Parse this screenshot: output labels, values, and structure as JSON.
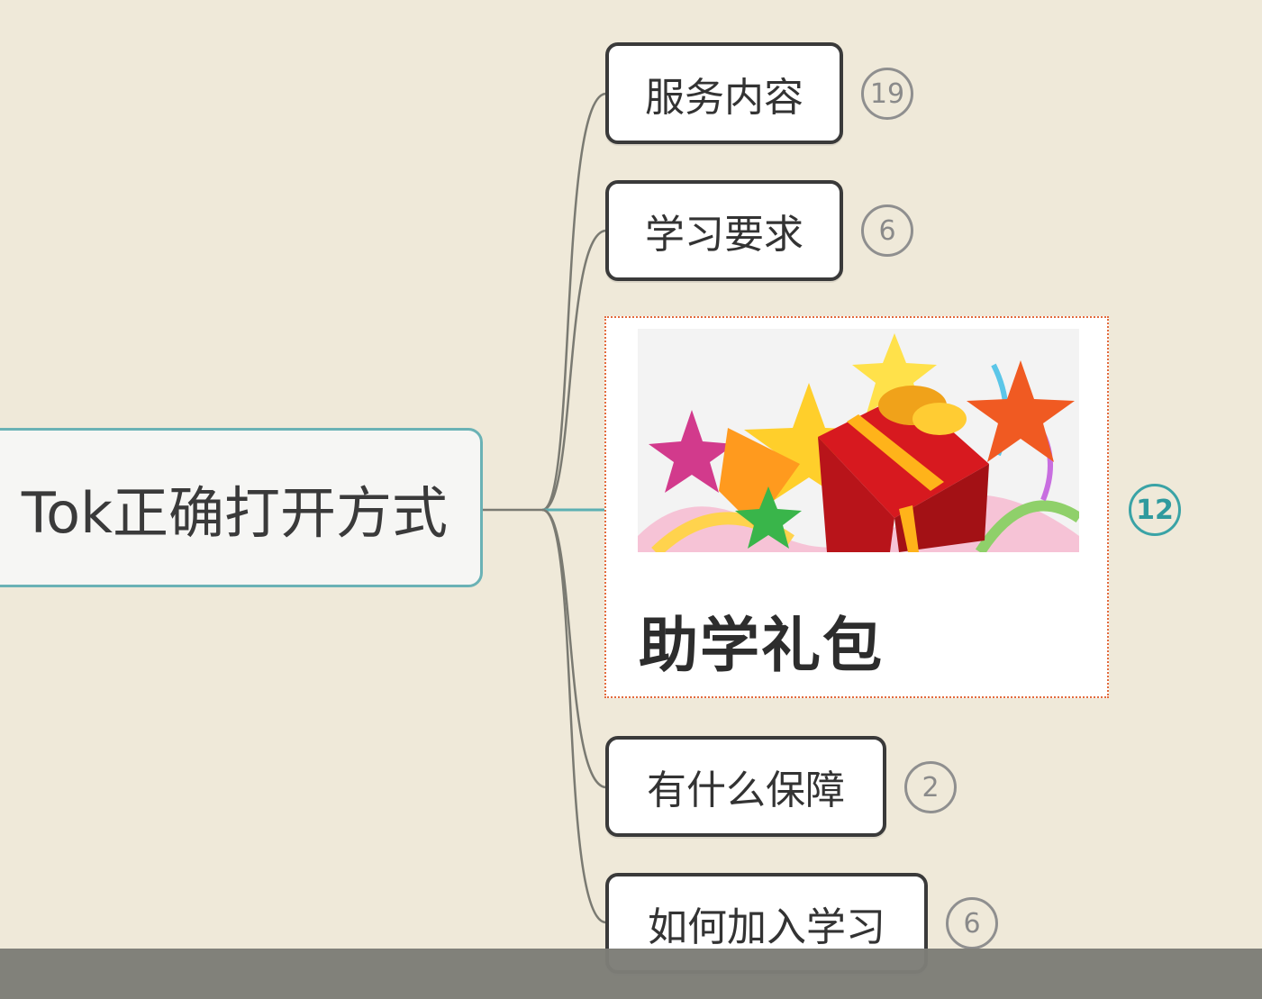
{
  "central_topic": {
    "label": "Tok正确打开方式"
  },
  "branches": [
    {
      "label": "服务内容",
      "count": "19"
    },
    {
      "label": "学习要求",
      "count": "6"
    },
    {
      "label": "助学礼包",
      "count": "12",
      "has_image": true
    },
    {
      "label": "有什么保障",
      "count": "2"
    },
    {
      "label": "如何加入学习",
      "count": "6"
    }
  ],
  "colors": {
    "background": "#efe9d9",
    "central_border": "#6ab2b5",
    "topic_border": "#3a3a3a",
    "badge": "#8f8f8f",
    "badge_highlight": "#3aa3a6",
    "gift_border": "#e36b3d",
    "connector": "#7a7a72"
  },
  "icons": {
    "gift_image": "gift-box-with-stars-image"
  }
}
